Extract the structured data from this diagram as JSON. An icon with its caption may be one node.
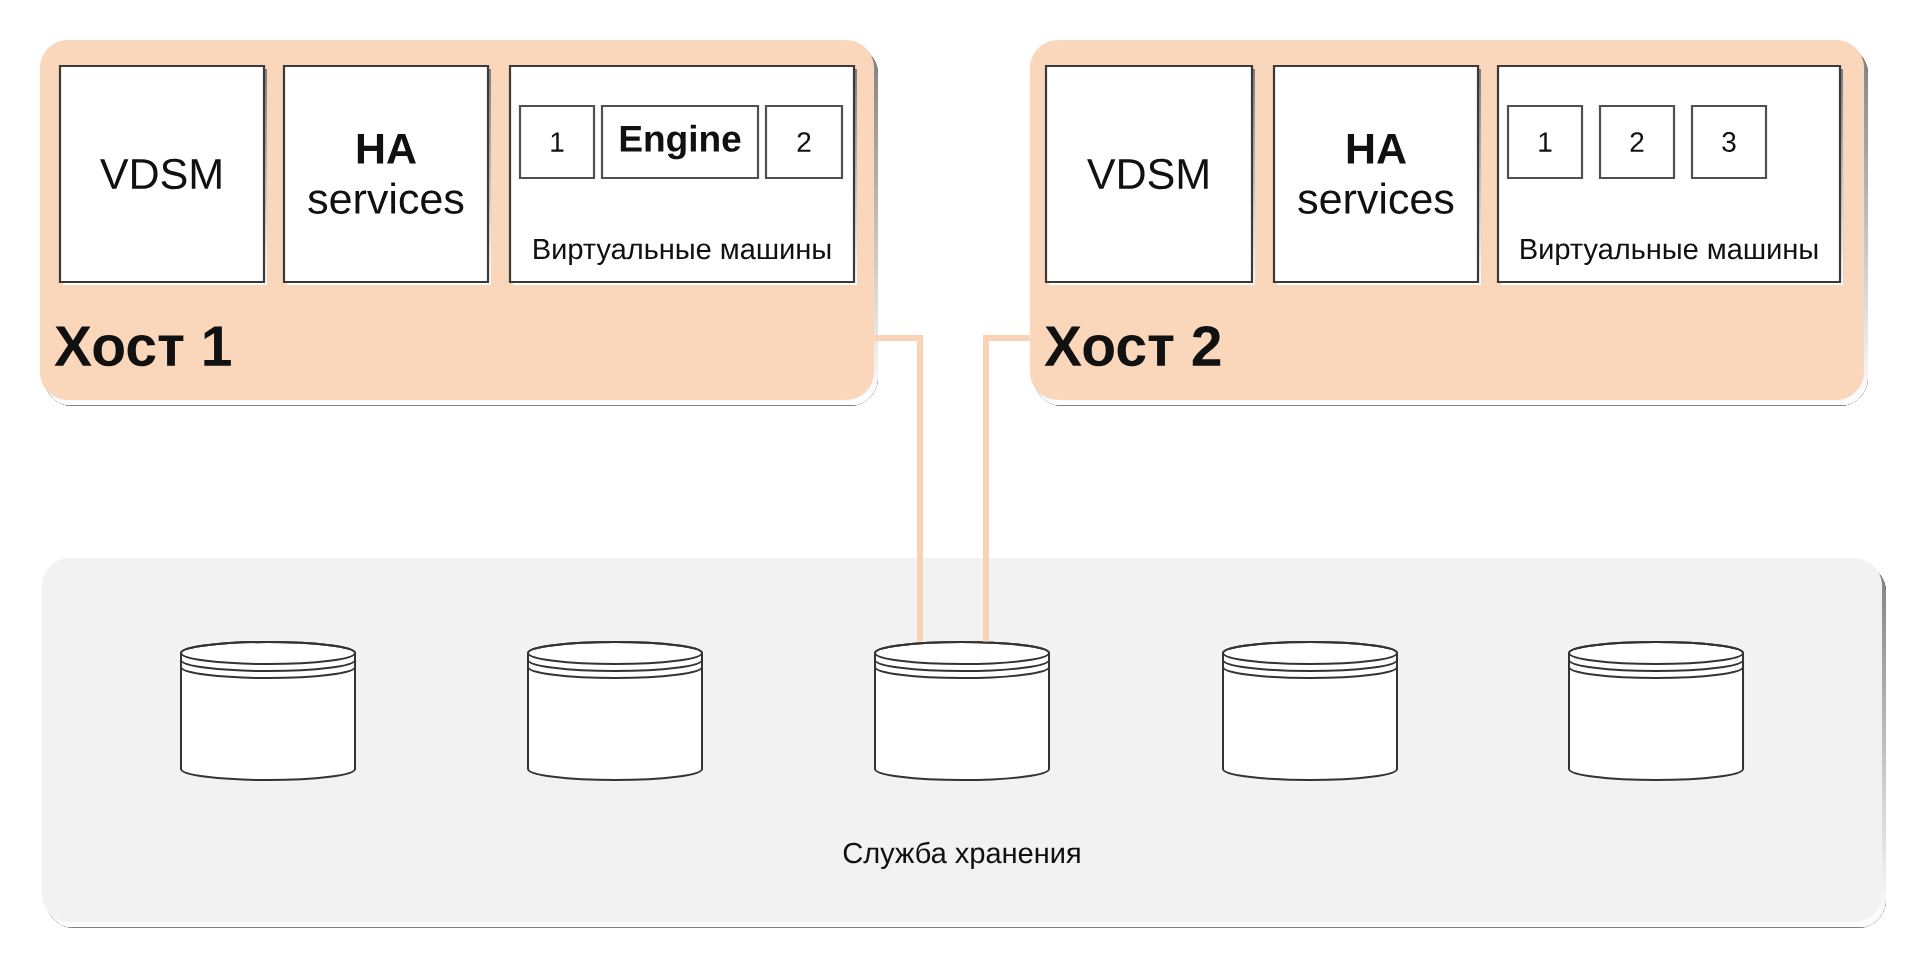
{
  "diagram": {
    "nodes": [
      {
        "text": [
          "Хост 1"
        ]
      },
      {
        "text": [
          "VDSM"
        ],
        "in": 0
      },
      {
        "text": [
          "HA",
          "services"
        ],
        "in": 0
      },
      {
        "text": [
          "Виртуальные машины"
        ],
        "in": 0
      },
      {
        "text": [
          "1"
        ],
        "in": 3
      },
      {
        "text": [
          "Engine"
        ],
        "in": 3
      },
      {
        "text": [
          "2"
        ],
        "in": 3
      },
      {
        "text": [
          "Хост 2"
        ]
      },
      {
        "text": [
          "VDSM"
        ],
        "in": 7
      },
      {
        "text": [
          "HA",
          "services"
        ],
        "in": 7
      },
      {
        "text": [
          "Виртуальные машины"
        ],
        "in": 7
      },
      {
        "text": [
          "1"
        ],
        "in": 10
      },
      {
        "text": [
          "2"
        ],
        "in": 10
      },
      {
        "text": [
          "3"
        ],
        "in": 10
      },
      {
        "text": [
          "Служба хранения"
        ]
      },
      {
        "text": [],
        "shape": "cylinder",
        "in": 14
      },
      {
        "text": [],
        "shape": "cylinder",
        "in": 14
      },
      {
        "text": [],
        "shape": "cylinder",
        "in": 14
      },
      {
        "text": [],
        "shape": "cylinder",
        "in": 14
      },
      {
        "text": [],
        "shape": "cylinder",
        "in": 14
      }
    ],
    "edges": [
      {
        "from": 0,
        "to": 17,
        "arrow": "none"
      },
      {
        "from": 7,
        "to": 17,
        "arrow": "none"
      }
    ]
  }
}
